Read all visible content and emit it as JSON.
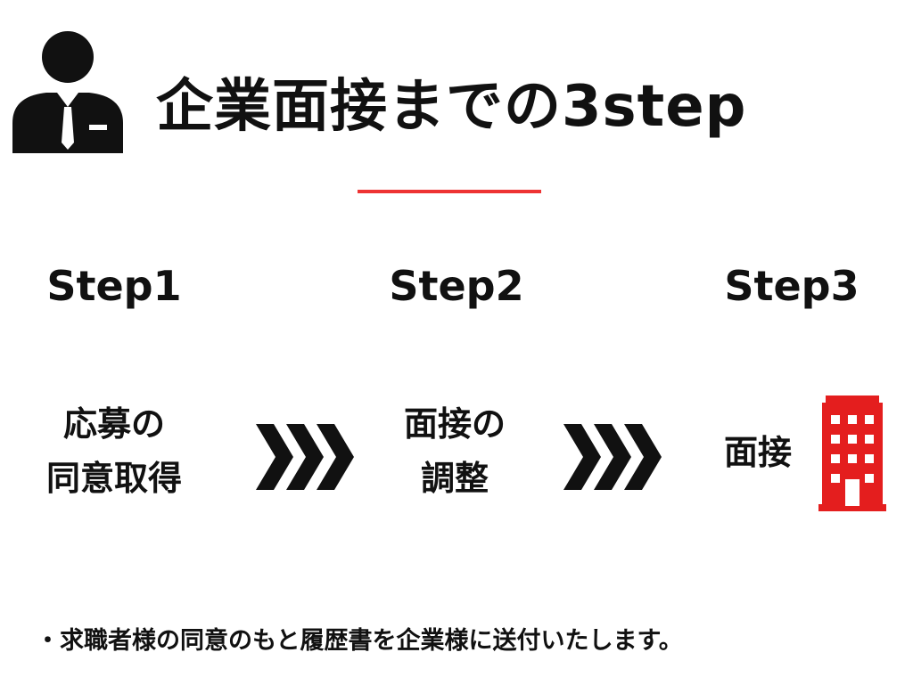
{
  "header": {
    "title": "企業面接までの3step",
    "icon": "businessman-icon",
    "accent_color": "#ee3333"
  },
  "steps": [
    {
      "label": "Step1",
      "desc_line1": "応募の",
      "desc_line2": "同意取得"
    },
    {
      "label": "Step2",
      "desc_line1": "面接の",
      "desc_line2": "調整"
    },
    {
      "label": "Step3",
      "desc_line1": "面接",
      "icon": "office-building-icon"
    }
  ],
  "arrows": [
    "chevron-right-icon",
    "chevron-right-icon"
  ],
  "footer": {
    "note": "・求職者様の同意のもと履歴書を企業様に送付いたします。"
  },
  "colors": {
    "text": "#111111",
    "accent": "#ee3333",
    "building": "#e41e1e"
  }
}
